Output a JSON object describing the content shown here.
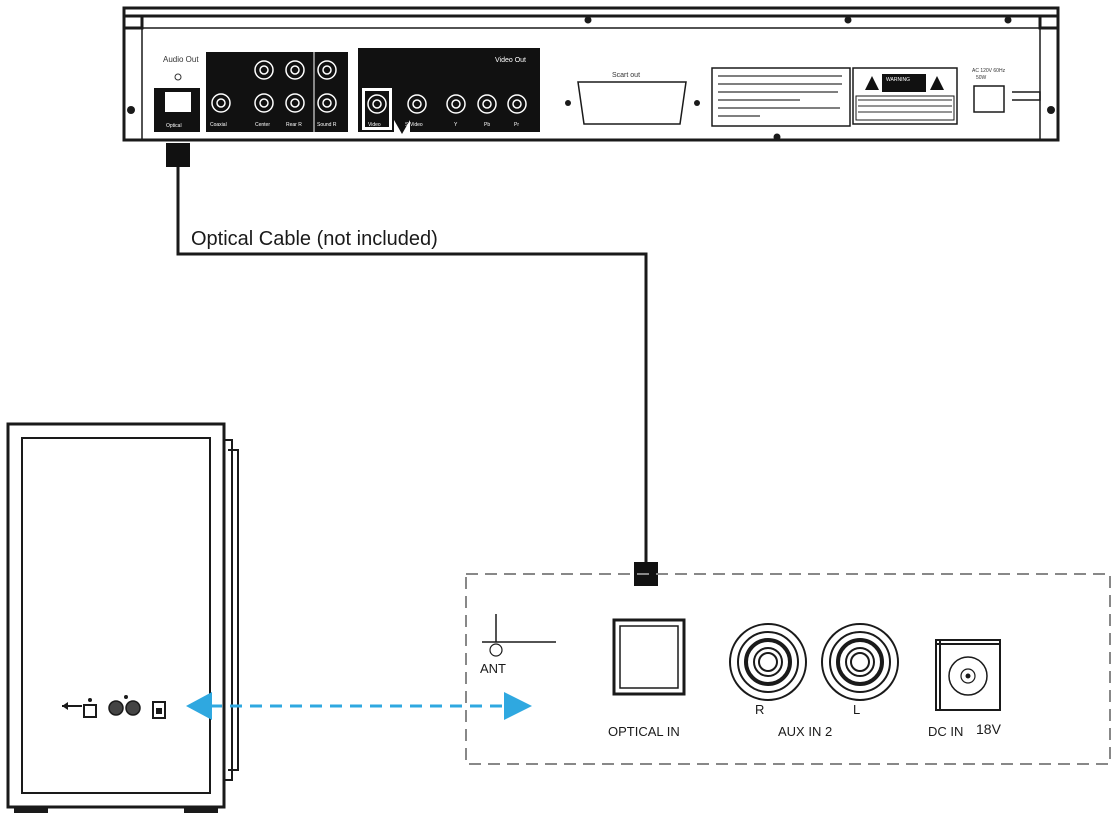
{
  "cable_label": "Optical Cable (not included)",
  "player_panel": {
    "audio_out_label": "Audio Out",
    "video_out_label": "Video Out",
    "optical_label": "Optical",
    "coaxial_label": "Coaxial",
    "center_label": "Center",
    "rear_r_label": "Rear R",
    "sound_label": "Sound R",
    "video_label": "Video",
    "svideo_label": "S-Video",
    "y_label": "Y",
    "pb_label": "Pb",
    "pr_label": "Pr",
    "scart_label": "Scart out",
    "warning_label": "WARNING",
    "ac_label": "AC 120V 60Hz",
    "ac_sub_label": "50W"
  },
  "receiver_panel": {
    "ant_label": "ANT",
    "optical_in_label": "OPTICAL  IN",
    "aux_label": "AUX IN 2",
    "r_label": "R",
    "l_label": "L",
    "dc_label": "DC IN",
    "dc_voltage": "18V"
  },
  "colors": {
    "line": "#1a1a1a",
    "arrow": "#2fa8e0",
    "dashed_border": "#888888"
  }
}
